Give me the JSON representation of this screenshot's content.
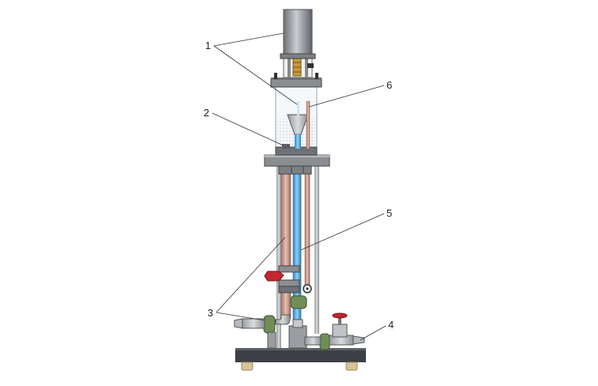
{
  "diagram": {
    "callouts": [
      {
        "id": "c1",
        "label": "1"
      },
      {
        "id": "c2",
        "label": "2"
      },
      {
        "id": "c3",
        "label": "3"
      },
      {
        "id": "c4",
        "label": "4"
      },
      {
        "id": "c5",
        "label": "5"
      },
      {
        "id": "c6",
        "label": "6"
      }
    ]
  },
  "colors": {
    "steel": "#8a8d91",
    "steel_dark": "#55585c",
    "copper": "#c79a8a",
    "water": "#5aaee0",
    "valve_red": "#c0282e",
    "fitting_green": "#6f8f55",
    "base": "#3c3f44",
    "feet": "#d8c49a"
  }
}
